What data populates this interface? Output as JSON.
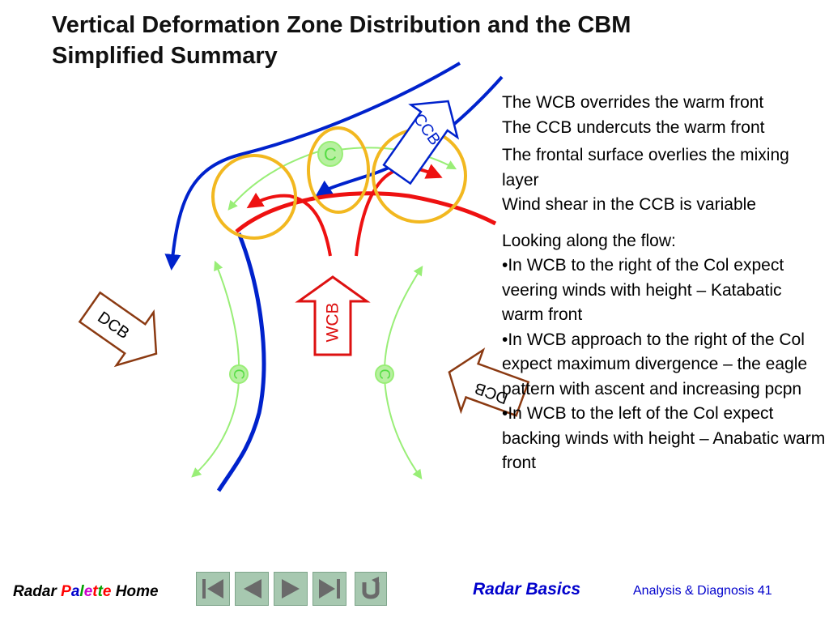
{
  "title": {
    "line1": "Vertical Deformation Zone Distribution and the CBM",
    "line2": "Simplified Summary"
  },
  "diagram_labels": {
    "ccb": "CCB",
    "dcb_left": "DCB",
    "dcb_right": "DCB",
    "wcb": "WCB",
    "col_top": "C",
    "col_left": "C",
    "col_right": "C"
  },
  "notes": {
    "l1": "The WCB overrides the warm front",
    "l2": "The CCB undercuts the warm front",
    "l3": "The frontal surface overlies the mixing layer",
    "l4": "Wind shear in the CCB is variable",
    "l5": "Looking along the flow:",
    "b1": "•In WCB to the right of the Col expect veering winds with height – Katabatic warm front",
    "b2": "•In WCB approach to the right of the Col expect maximum divergence – the eagle pattern with ascent and increasing pcpn",
    "b3": "•In WCB to the left of the Col expect backing winds with height – Anabatic warm front"
  },
  "footer": {
    "radar": "Radar",
    "palette_p": "P",
    "palette_a": "a",
    "palette_l": "l",
    "palette_e": "e",
    "palette_t1": "t",
    "palette_t2": "t",
    "palette_e2": "e",
    "home": "Home",
    "basics": "Radar Basics",
    "page": "Analysis & Diagnosis 41"
  },
  "colors": {
    "blue_flow": "#0022cc",
    "red_flow": "#ee1111",
    "green_flow": "#99ee77",
    "col_circle": "#f2b820",
    "dcb_outline": "#8b3a12",
    "wcb_outline": "#dd1111",
    "nav_button": "#a7c8b0"
  }
}
